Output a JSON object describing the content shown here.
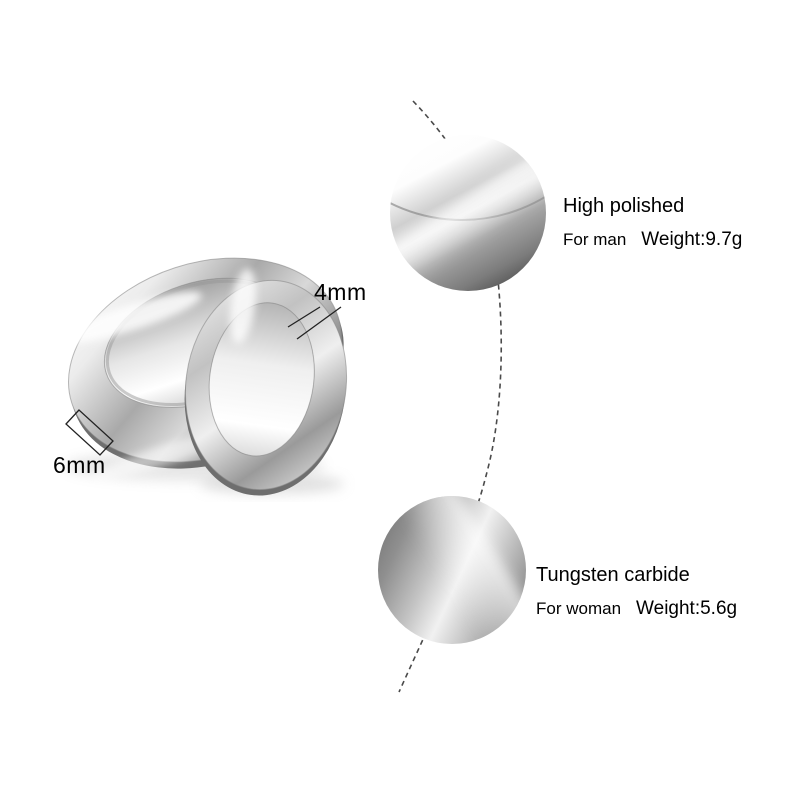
{
  "rings": {
    "dimensions": {
      "small": "4mm",
      "large": "6mm"
    }
  },
  "callouts": {
    "top": {
      "title": "High polished",
      "audience": "For man",
      "weight": "Weight:9.7g"
    },
    "bottom": {
      "title": "Tungsten carbide",
      "audience": "For woman",
      "weight": "Weight:5.6g"
    }
  },
  "colors": {
    "background": "#ffffff",
    "text": "#000000",
    "dash_line": "#4a4a4a",
    "metal_light": "#f8f8f8",
    "metal_mid": "#aaaaaa",
    "metal_dark": "#4f4f4f"
  }
}
